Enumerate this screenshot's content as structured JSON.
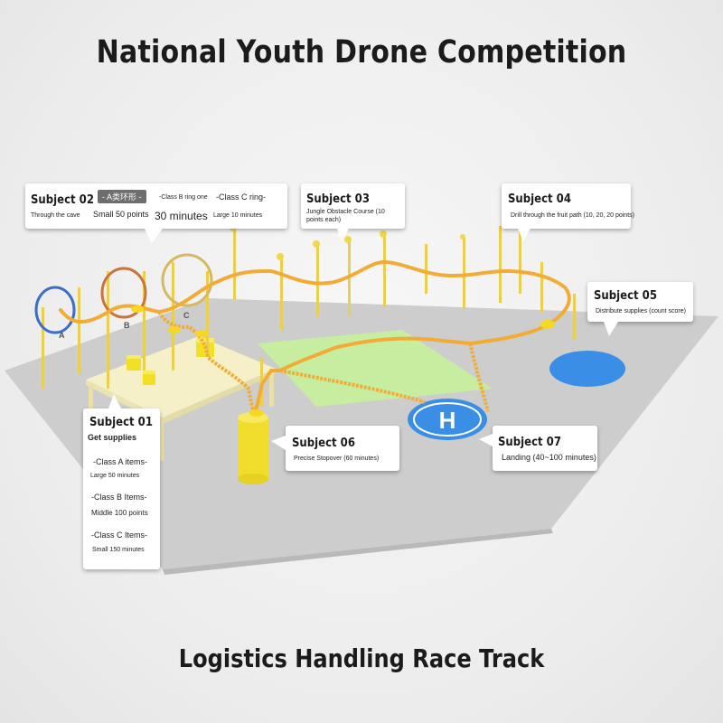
{
  "title": "National Youth Drone Competition",
  "footer": "Logistics Handling Race Track",
  "ring_labels": [
    "A",
    "B",
    "C"
  ],
  "landing_pad": {
    "glyph": "H",
    "color": "#3a8ee6"
  },
  "colors": {
    "path": "#f2ac35",
    "pole": "#e8cf52",
    "floor": "#cfcfcf",
    "green_zone": "#c9eea3",
    "table": "#f6f0c8",
    "blue_zone": "#3a8ee6"
  },
  "callouts": {
    "s01": {
      "heading": "Subject 01",
      "line": "Get supplies",
      "items": [
        {
          "name": "-Class A items-",
          "detail": "Large 50 minutes"
        },
        {
          "name": "-Class B Items-",
          "detail": "Middle 100 points"
        },
        {
          "name": "-Class C Items-",
          "detail": "Small 150 minutes"
        }
      ]
    },
    "s02": {
      "heading": "Subject 02",
      "line": "Through the cave",
      "tag": "- A类环形 -",
      "a_size": "Small 50 points",
      "b_name": "-Class B ring one",
      "b_time": "30 minutes",
      "c_name": "-Class C ring-",
      "c_size": "Large 10 minutes"
    },
    "s03": {
      "heading": "Subject 03",
      "line": "Jungle Obstacle Course (10 points each)"
    },
    "s04": {
      "heading": "Subject 04",
      "line": "Drill through the fruit path (10, 20, 20 points)"
    },
    "s05": {
      "heading": "Subject 05",
      "line": "Distribute supplies (count score)"
    },
    "s06": {
      "heading": "Subject 06",
      "line": "Precise Stopover (60 minutes)"
    },
    "s07": {
      "heading": "Subject 07",
      "line": "Landing (40~100 minutes)"
    }
  }
}
